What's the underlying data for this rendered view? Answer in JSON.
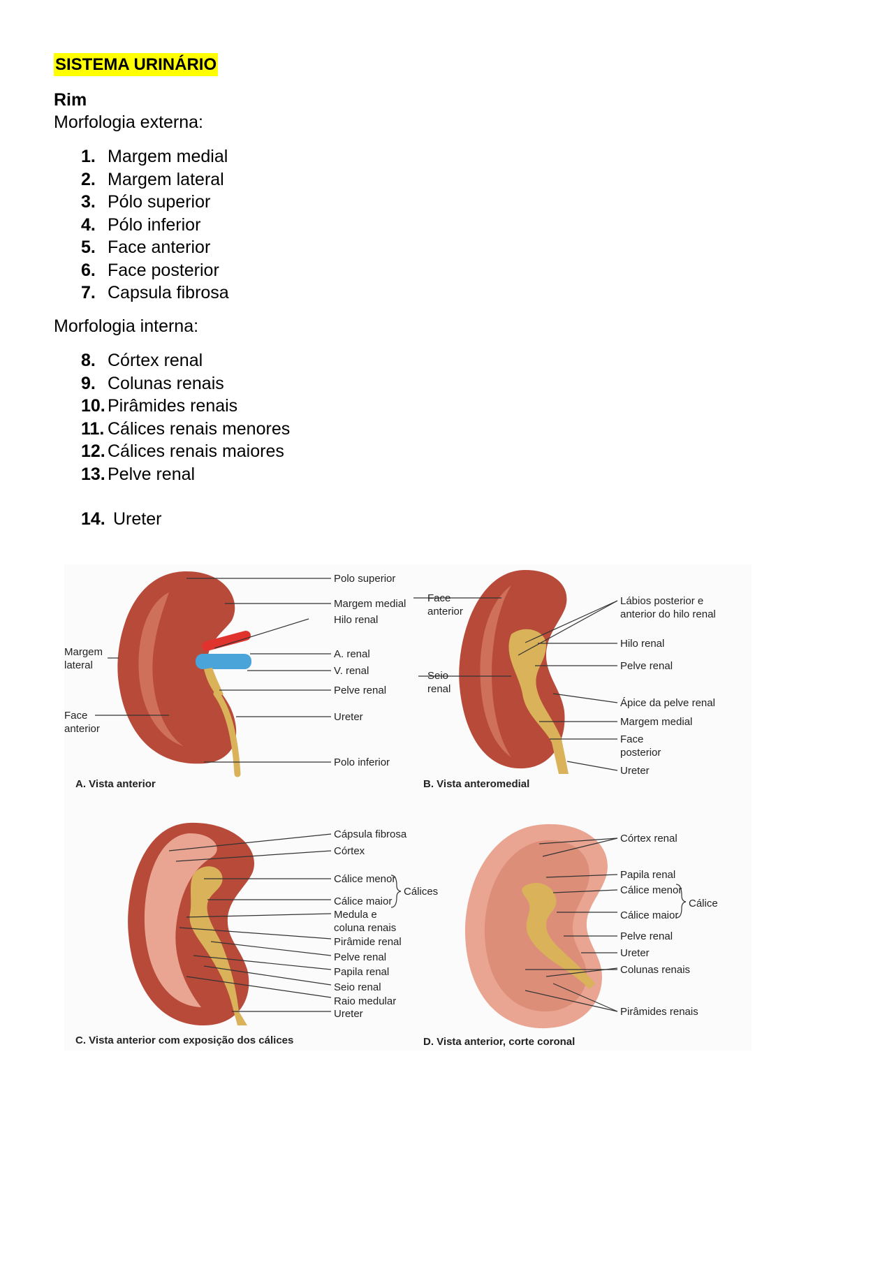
{
  "title": "SISTEMA URINÁRIO",
  "section": "Rim",
  "external": {
    "heading": "Morfologia externa:",
    "items": [
      {
        "num": "1.",
        "text": "Margem medial"
      },
      {
        "num": "2.",
        "text": "Margem lateral"
      },
      {
        "num": "3.",
        "text": "Pólo superior"
      },
      {
        "num": "4.",
        "text": "Pólo inferior"
      },
      {
        "num": "5.",
        "text": "Face anterior"
      },
      {
        "num": "6.",
        "text": "Face posterior"
      },
      {
        "num": "7.",
        "text": "Capsula fibrosa"
      }
    ]
  },
  "internal": {
    "heading": "Morfologia interna:",
    "items": [
      {
        "num": "8.",
        "text": "Córtex renal"
      },
      {
        "num": "9.",
        "text": "Colunas renais"
      },
      {
        "num": "10.",
        "text": "Pirâmides renais"
      },
      {
        "num": "11.",
        "text": "Cálices renais menores"
      },
      {
        "num": "12.",
        "text": "Cálices renais maiores"
      },
      {
        "num": "13.",
        "text": "Pelve renal"
      }
    ],
    "extra": {
      "num": "14.",
      "text": "Ureter"
    }
  },
  "figure": {
    "colors": {
      "kidney": "#b84a3a",
      "kidney_light": "#d9806a",
      "pelvis": "#d9b25a",
      "artery": "#e0332e",
      "vein": "#4aa3d9",
      "cortex": "#e9a592",
      "line": "#333333"
    },
    "panelA": {
      "caption": "A. Vista anterior",
      "labels": {
        "polo_superior": "Polo superior",
        "margem_medial": "Margem medial",
        "hilo_renal": "Hilo renal",
        "a_renal": "A. renal",
        "v_renal": "V. renal",
        "pelve_renal": "Pelve renal",
        "ureter": "Ureter",
        "polo_inferior": "Polo inferior",
        "margem_lateral_1": "Margem",
        "margem_lateral_2": "lateral",
        "face_anterior_1": "Face",
        "face_anterior_2": "anterior"
      }
    },
    "panelB": {
      "caption": "B. Vista anteromedial",
      "labels": {
        "face_anterior_1": "Face",
        "face_anterior_2": "anterior",
        "seio_1": "Seio",
        "seio_2": "renal",
        "labios_1": "Lábios posterior e",
        "labios_2": "anterior do hilo renal",
        "hilo_renal": "Hilo renal",
        "pelve_renal": "Pelve renal",
        "apice": "Ápice da pelve renal",
        "margem_medial": "Margem medial",
        "face_posterior_1": "Face",
        "face_posterior_2": "posterior",
        "ureter": "Ureter"
      }
    },
    "panelC": {
      "caption": "C. Vista anterior com exposição dos cálices",
      "labels": {
        "capsula": "Cápsula fibrosa",
        "cortex": "Córtex",
        "calice_menor": "Cálice menor",
        "calice_maior": "Cálice maior",
        "calices": "Cálices",
        "medula_1": "Medula e",
        "medula_2": "coluna renais",
        "piramide": "Pirâmide renal",
        "pelve": "Pelve renal",
        "papila": "Papila renal",
        "seio": "Seio renal",
        "raio": "Raio medular",
        "ureter": "Ureter"
      }
    },
    "panelD": {
      "caption": "D. Vista anterior, corte coronal",
      "labels": {
        "cortex": "Córtex renal",
        "papila": "Papila renal",
        "calice_menor": "Cálice menor",
        "calice_maior": "Cálice maior",
        "calices": "Cálice",
        "pelve": "Pelve renal",
        "ureter": "Ureter",
        "colunas": "Colunas renais",
        "piramides": "Pirâmides renais"
      }
    }
  }
}
